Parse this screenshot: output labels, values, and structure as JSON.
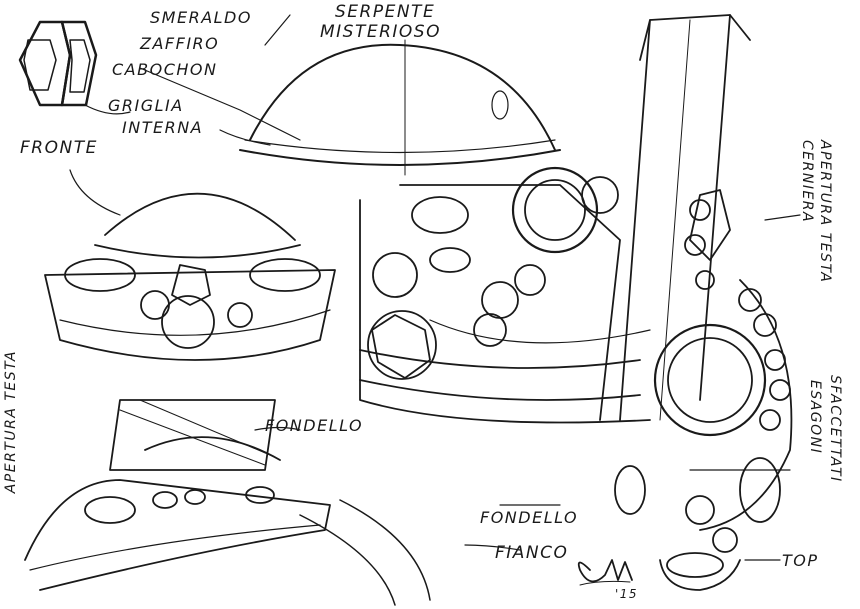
{
  "labels": {
    "smeraldo": "SMERALDO",
    "zaffiro": "ZAFFIRO",
    "cabochon": "CABOCHON",
    "serpente": "SERPENTE",
    "misterioso": "MISTERIOSO",
    "griglia": "GRIGLIA",
    "interna": "INTERNA",
    "fronte": "FRONTE",
    "cerniera": "CERNIERA",
    "apertura_testa_right": "APERTURA TESTA",
    "apertura_testa_left": "APERTURA TESTA",
    "fondello_center": "FONDELLO",
    "fondello_lower": "FONDELLO",
    "fianco": "FIANCO",
    "esagoni": "ESAGONI",
    "sfaccettati": "SFACCETTATI",
    "top": "TOP"
  },
  "signature": {
    "year": "'15"
  },
  "colors": {
    "ink": "#1a1a1a",
    "paper": "#ffffff"
  }
}
